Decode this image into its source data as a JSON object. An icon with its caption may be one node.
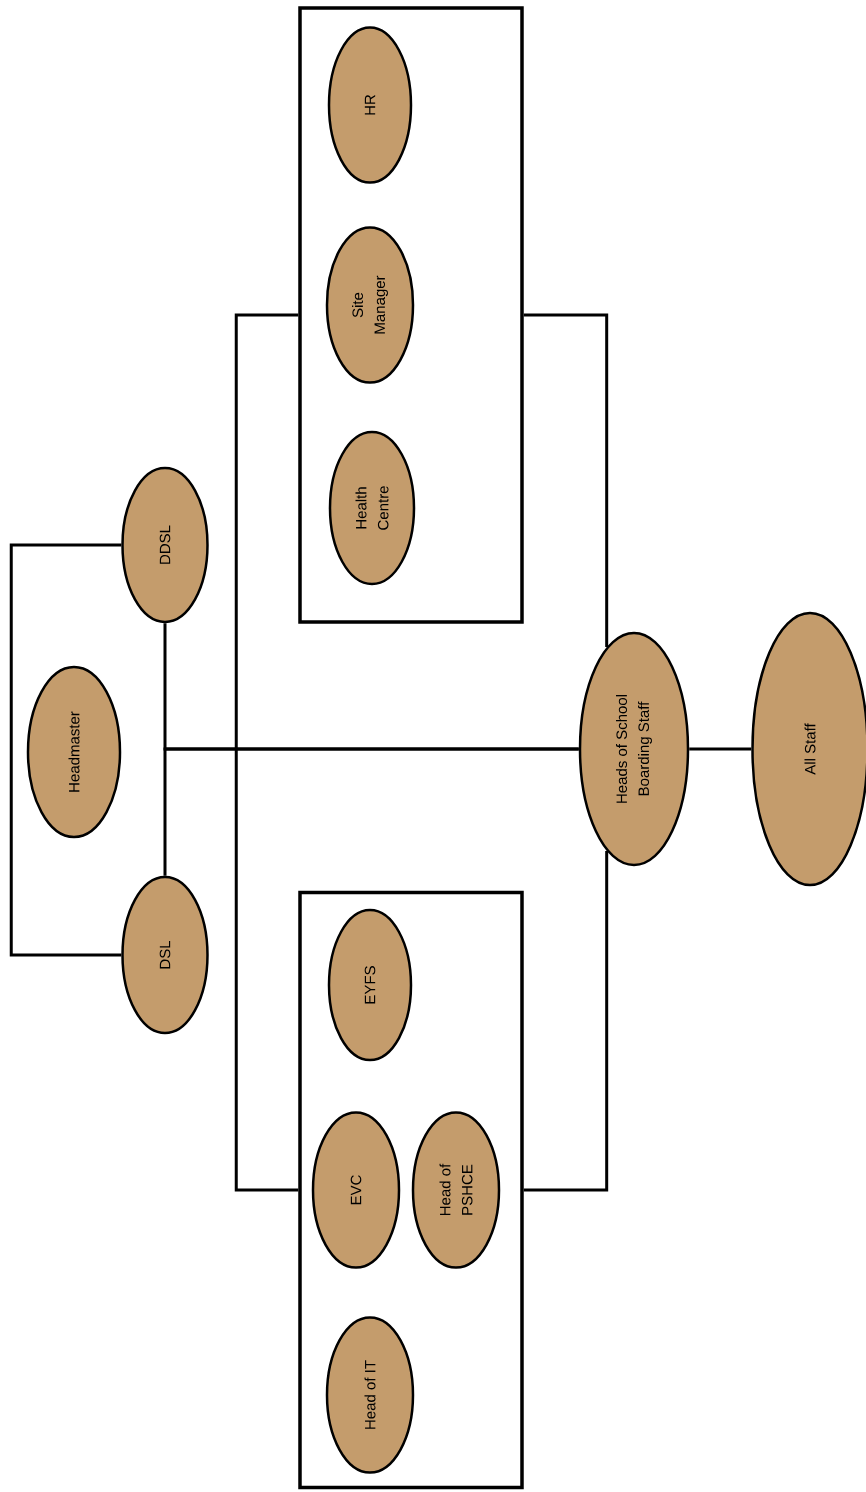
{
  "diagram": {
    "nodes": [
      {
        "text": [
          "Headmaster"
        ]
      },
      {
        "text": [
          "DDSL"
        ]
      },
      {
        "text": [
          "DSL"
        ]
      },
      {
        "text": [],
        "shape": "box"
      },
      {
        "text": [
          "HR"
        ],
        "in": 3
      },
      {
        "text": [
          "Site Manager"
        ],
        "in": 3
      },
      {
        "text": [
          "Health Centre"
        ],
        "in": 3
      },
      {
        "text": [],
        "shape": "box"
      },
      {
        "text": [
          "EYFS"
        ],
        "in": 7
      },
      {
        "text": [
          "EVC"
        ],
        "in": 7
      },
      {
        "text": [
          "Head of PSHCE"
        ],
        "in": 7
      },
      {
        "text": [
          "Head of IT"
        ],
        "in": 7
      },
      {
        "text": [
          "Heads of School Boarding Staff"
        ]
      },
      {
        "text": [
          "All Staff"
        ]
      }
    ],
    "edges": [
      {
        "from": 2,
        "to": 1,
        "arrow": "none"
      },
      {
        "from": 2,
        "to": 12,
        "arrow": "none"
      },
      {
        "from": 1,
        "to": 12,
        "arrow": "none"
      },
      {
        "from": 3,
        "to": 7,
        "arrow": "none"
      },
      {
        "from": 3,
        "to": 12,
        "arrow": "none"
      },
      {
        "from": 12,
        "to": 7,
        "arrow": "none"
      },
      {
        "from": 12,
        "to": 13,
        "arrow": "none"
      }
    ]
  }
}
